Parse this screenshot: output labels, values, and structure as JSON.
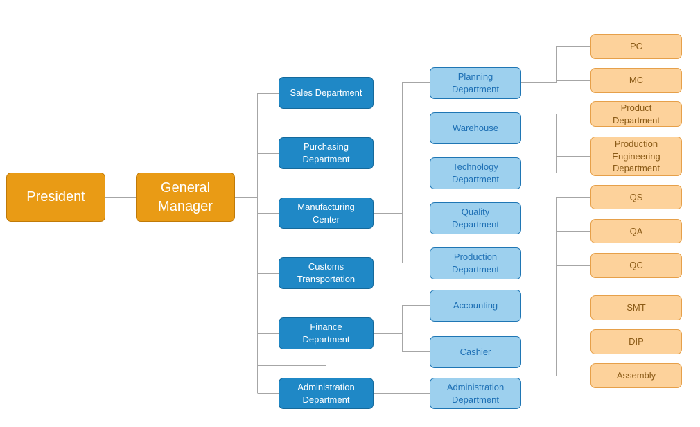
{
  "colors": {
    "level0": "#e99b15",
    "level1": "#1f88c6",
    "level2": "#9dd0ee",
    "level3": "#fdd29b",
    "connector": "#a6a6a6"
  },
  "org": {
    "president": "President",
    "general_manager": "General\nManager",
    "departments": {
      "sales": "Sales Department",
      "purchasing": "Purchasing\nDepartment",
      "manufacturing": "Manufacturing\nCenter",
      "customs": "Customs\nTransportation",
      "finance": "Finance\nDepartment",
      "administration": "Administration\nDepartment"
    },
    "manufacturing_units": {
      "planning": "Planning\nDepartment",
      "warehouse": "Warehouse",
      "technology": "Technology\nDepartment",
      "quality": "Quality\nDepartment",
      "production": "Production\nDepartment"
    },
    "finance_units": {
      "accounting": "Accounting",
      "cashier": "Cashier"
    },
    "admin_units": {
      "administration": "Administration\nDepartment"
    },
    "planning_units": {
      "pc": "PC",
      "mc": "MC"
    },
    "technology_units": {
      "product": "Product\nDepartment",
      "production_engineering": "Production\nEngineering\nDepartment"
    },
    "quality_units": {
      "qs": "QS",
      "qa": "QA",
      "qc": "QC"
    },
    "production_units": {
      "smt": "SMT",
      "dip": "DIP",
      "assembly": "Assembly"
    }
  }
}
